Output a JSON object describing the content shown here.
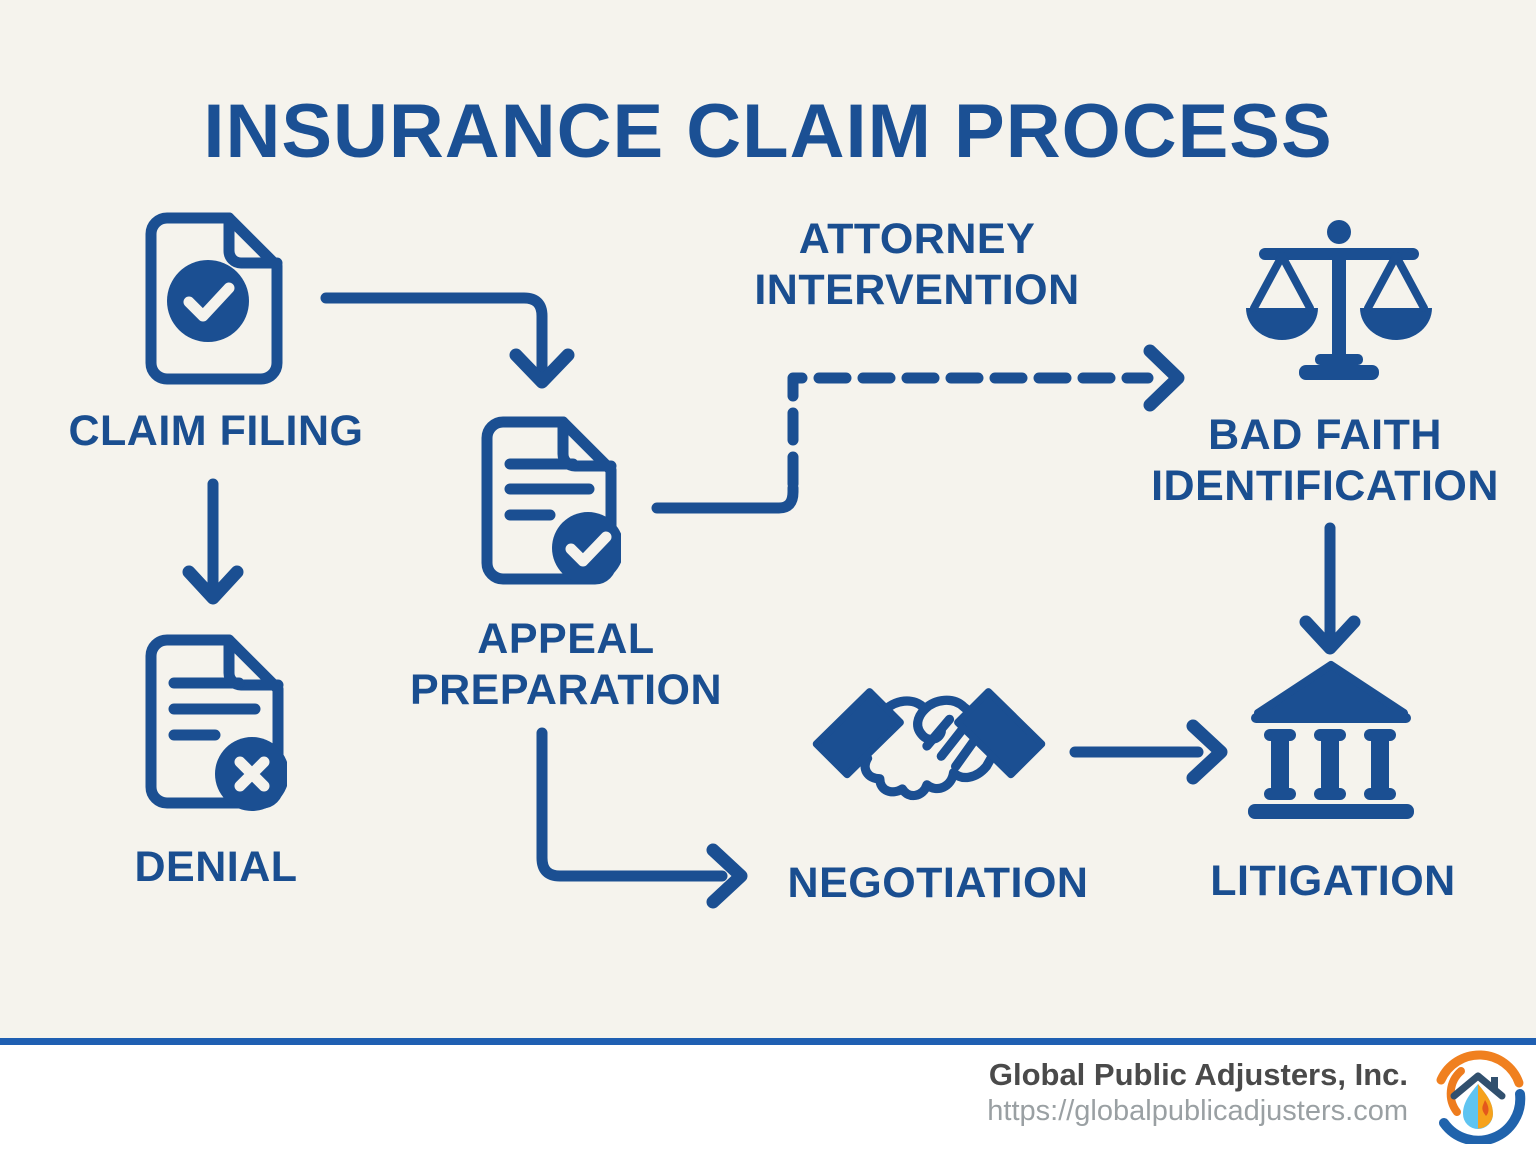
{
  "title": "INSURANCE CLAIM PROCESS",
  "nodes": {
    "claim_filing": {
      "lines": [
        "CLAIM FILING"
      ],
      "icon": "document-check-icon"
    },
    "denial": {
      "lines": [
        "DENIAL"
      ],
      "icon": "document-x-icon"
    },
    "appeal_preparation": {
      "lines": [
        "APPEAL",
        "PREPARATION"
      ],
      "icon": "document-text-check-icon"
    },
    "attorney_intervention": {
      "lines": [
        "ATTORNEY",
        "INTERVENTION"
      ]
    },
    "bad_faith_identification": {
      "lines": [
        "BAD FAITH",
        "IDENTIFICATION"
      ],
      "icon": "scales-of-justice-icon"
    },
    "negotiation": {
      "lines": [
        "NEGOTIATION"
      ],
      "icon": "handshake-icon"
    },
    "litigation": {
      "lines": [
        "LITIGATION"
      ],
      "icon": "courthouse-icon"
    }
  },
  "flow": [
    {
      "from": "CLAIM FILING",
      "to": "APPEAL PREPARATION",
      "style": "solid"
    },
    {
      "from": "CLAIM FILING",
      "to": "DENIAL",
      "style": "solid"
    },
    {
      "from": "APPEAL PREPARATION",
      "to": "BAD FAITH IDENTIFICATION",
      "style": "dashed",
      "via_label": "ATTORNEY INTERVENTION"
    },
    {
      "from": "APPEAL PREPARATION",
      "to": "NEGOTIATION",
      "style": "solid"
    },
    {
      "from": "NEGOTIATION",
      "to": "LITIGATION",
      "style": "solid"
    },
    {
      "from": "BAD FAITH IDENTIFICATION",
      "to": "LITIGATION",
      "style": "solid"
    }
  ],
  "footer": {
    "company": "Global Public Adjusters, Inc.",
    "url": "https://globalpublicadjusters.com",
    "logo": "globe-house-flame-drop-logo"
  },
  "colors": {
    "background": "#f5f3ed",
    "primary_blue": "#1b4f92",
    "divider_blue": "#1f5fb2",
    "footer_background": "#ffffff",
    "footer_company_text": "#4a4a4a",
    "footer_url_text": "#9aa0a3",
    "logo_orange": "#f0801f",
    "logo_blue": "#2063ac",
    "logo_light_blue": "#5fc4f1",
    "logo_navy": "#31506e",
    "logo_flame_orange": "#e4571c"
  }
}
